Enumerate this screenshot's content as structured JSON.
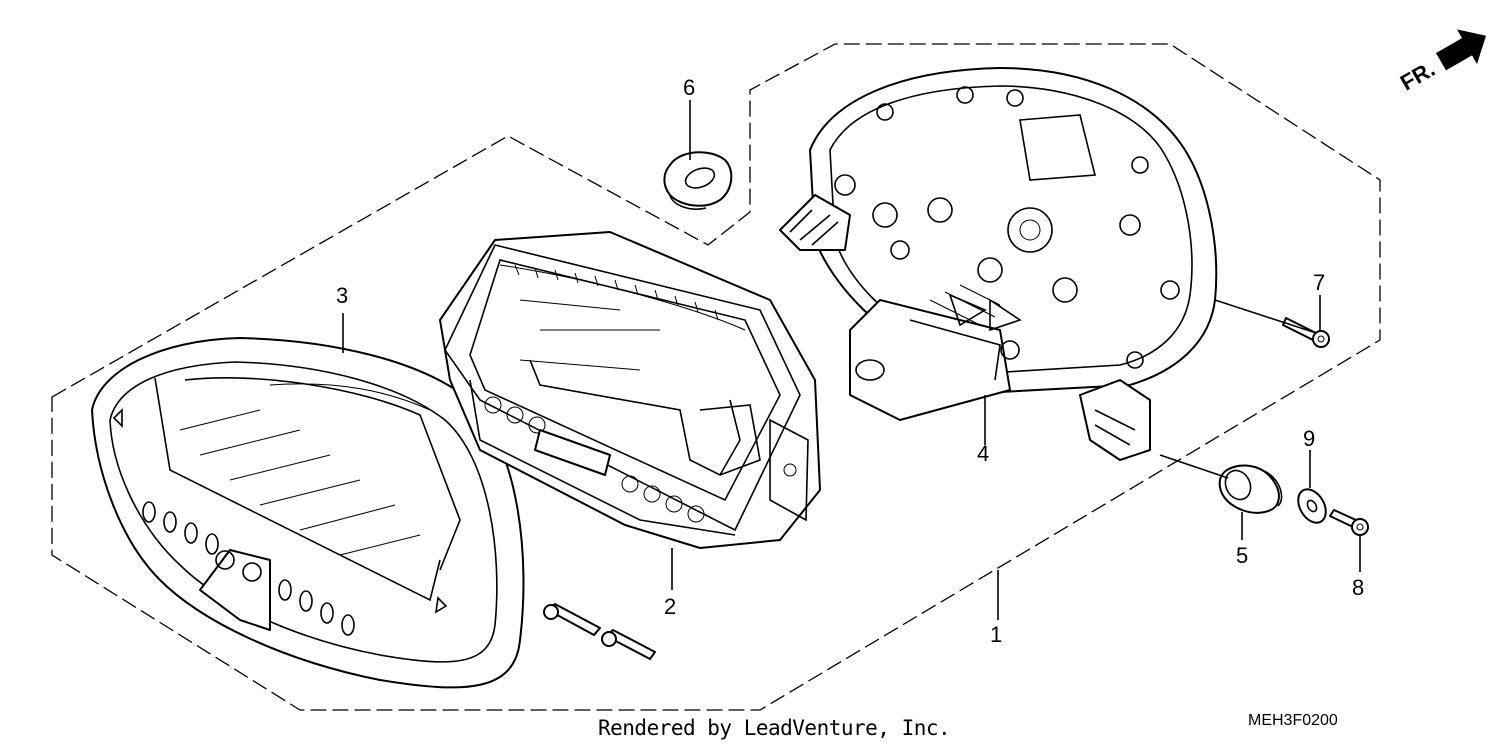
{
  "diagram": {
    "callouts": [
      {
        "id": "1",
        "label": "1"
      },
      {
        "id": "2",
        "label": "2"
      },
      {
        "id": "3",
        "label": "3"
      },
      {
        "id": "4",
        "label": "4"
      },
      {
        "id": "5",
        "label": "5"
      },
      {
        "id": "6",
        "label": "6"
      },
      {
        "id": "7",
        "label": "7"
      },
      {
        "id": "8",
        "label": "8"
      },
      {
        "id": "9",
        "label": "9"
      }
    ],
    "front_arrow_label": "FR.",
    "footer_text": "Rendered by LeadVenture, Inc.",
    "diagram_code": "MEH3F0200"
  }
}
